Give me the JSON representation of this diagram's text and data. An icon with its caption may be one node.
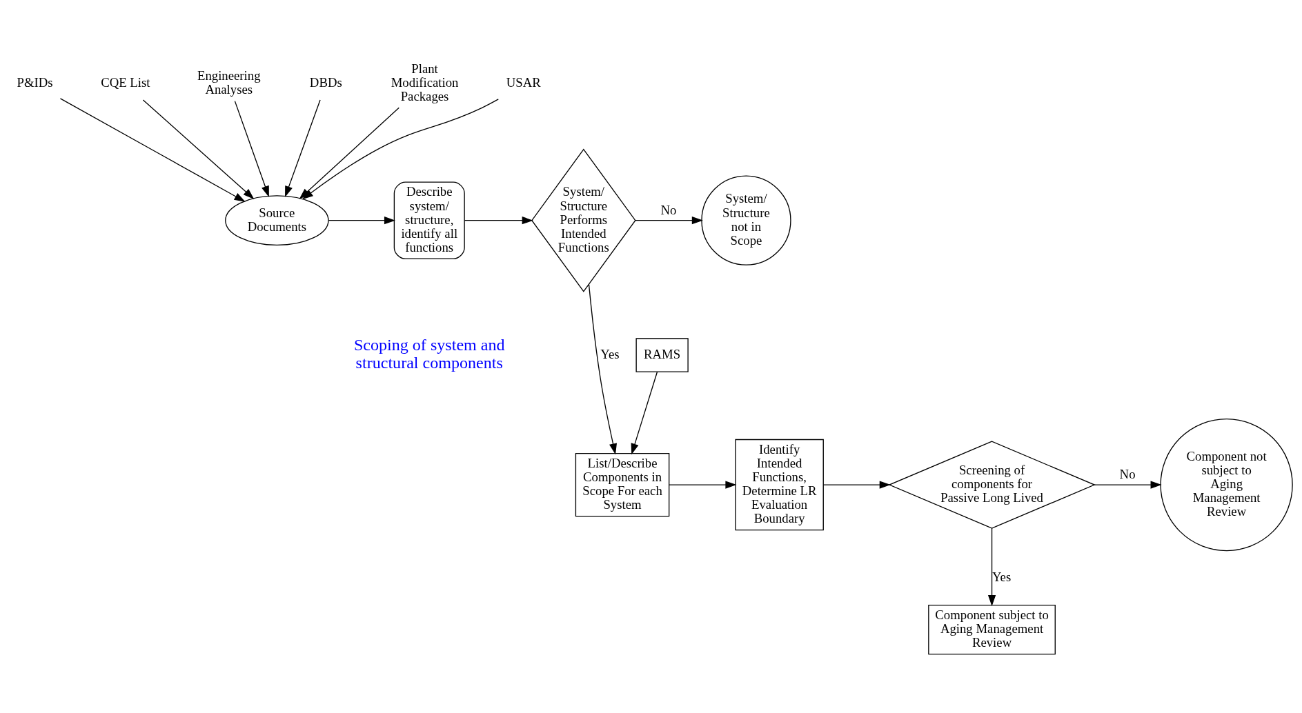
{
  "diagram": {
    "nodes": [
      {
        "text": [
          "P&IDs"
        ]
      },
      {
        "text": [
          "CQE List"
        ]
      },
      {
        "text": [
          "Engineering Analyses"
        ]
      },
      {
        "text": [
          "DBDs"
        ]
      },
      {
        "text": [
          "Plant Modification Packages"
        ]
      },
      {
        "text": [
          "USAR"
        ]
      },
      {
        "text": [
          "Source Documents"
        ]
      },
      {
        "text": [
          "Describe system/ structure, identify all functions"
        ]
      },
      {
        "text": [
          "System/ Structure Performs Intended Functions"
        ]
      },
      {
        "text": [
          "System/ Structure not in Scope"
        ]
      },
      {
        "text": [
          "RAMS"
        ]
      },
      {
        "text": [
          "List/Describe Components in Scope For each System"
        ]
      },
      {
        "text": [
          "Identify Intended Functions, Determine LR Evaluation Boundary"
        ]
      },
      {
        "text": [
          "Screening of components for Passive Long Lived"
        ]
      },
      {
        "text": [
          "Component not subject to Aging Management Review"
        ]
      },
      {
        "text": [
          "Component subject to Aging Management Review"
        ]
      }
    ],
    "edges": [
      {
        "from": 0,
        "to": 6,
        "arrow": "to"
      },
      {
        "from": 1,
        "to": 6,
        "arrow": "to"
      },
      {
        "from": 2,
        "to": 6,
        "arrow": "to"
      },
      {
        "from": 3,
        "to": 6,
        "arrow": "to"
      },
      {
        "from": 4,
        "to": 6,
        "arrow": "to"
      },
      {
        "from": 5,
        "to": 6,
        "arrow": "to"
      },
      {
        "from": 6,
        "to": 7,
        "arrow": "to"
      },
      {
        "from": 7,
        "to": 8,
        "arrow": "to"
      },
      {
        "from": 8,
        "to": 9,
        "label": "No",
        "arrow": "to"
      },
      {
        "from": 8,
        "to": 11,
        "label": "Yes",
        "arrow": "to"
      },
      {
        "from": 10,
        "to": 11,
        "arrow": "to"
      },
      {
        "from": 11,
        "to": 12,
        "arrow": "to"
      },
      {
        "from": 12,
        "to": 13,
        "arrow": "to"
      },
      {
        "from": 13,
        "to": 14,
        "label": "No",
        "arrow": "to"
      },
      {
        "from": 13,
        "to": 15,
        "label": "Yes",
        "arrow": "to"
      }
    ],
    "labels": [
      "Scoping of system and structural components"
    ]
  }
}
